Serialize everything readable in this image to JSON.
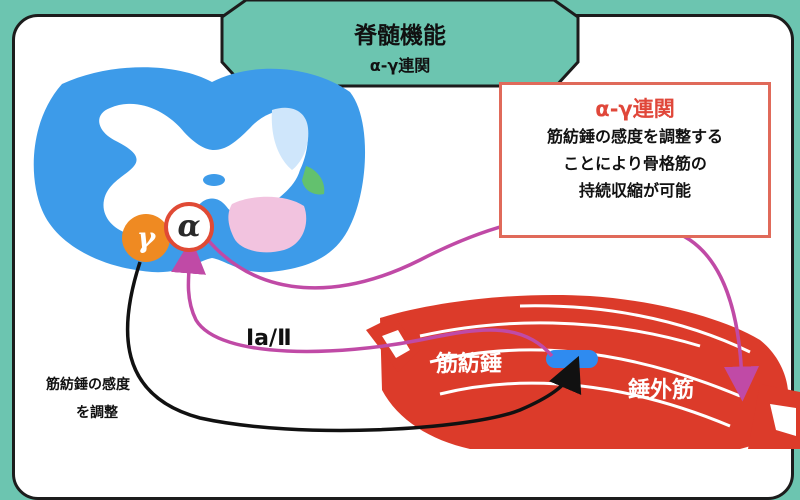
{
  "header": {
    "title": "脊髄機能",
    "subtitle": "α-γ連関"
  },
  "callout": {
    "title": "α-γ連関",
    "lines": [
      "筋紡錘の感度を調整する",
      "ことにより骨格筋の",
      "持続収縮が可能"
    ]
  },
  "labels": {
    "gamma": "γ",
    "alpha": "α",
    "afferent": "Ⅰa/Ⅱ",
    "spindle": "筋紡錘",
    "extrafusal": "錘外筋",
    "note_line1": "筋紡錘の感度",
    "note_line2": "を調整"
  },
  "colors": {
    "background": "#6cc5b0",
    "spinal_cord": "#3d9be9",
    "muscle": "#dc3b2a",
    "callout_border": "#e06a5a",
    "pink_arrow": "#c04aa6",
    "gamma_circle": "#ef8a22",
    "alpha_ring": "#e04a35"
  }
}
